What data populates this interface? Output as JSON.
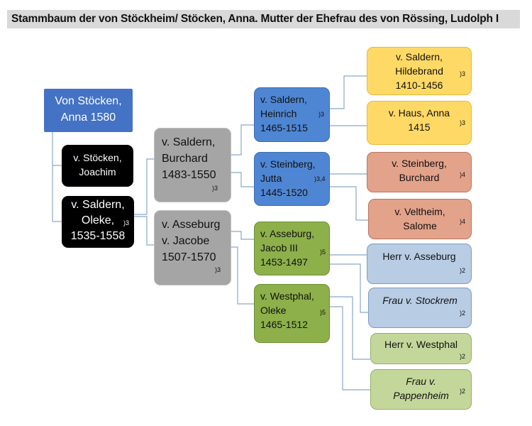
{
  "title": "Stammbaum der von Stöckheim/ Stöcken, Anna.  Mutter der Ehefrau des von Rössing, Ludolph I",
  "colors": {
    "root": "#4472c4",
    "connector": "#8aa6c8"
  },
  "nodes": {
    "root": {
      "lines": [
        "Von Stöcken,",
        "Anna 1580"
      ]
    },
    "joachim": {
      "lines": [
        "v. Stöcken,",
        "Joachim"
      ]
    },
    "oleke": {
      "lines": [
        "v. Saldern,",
        "Oleke,",
        "1535-1558"
      ],
      "note": ")3"
    },
    "burchard": {
      "lines": [
        "v. Saldern,",
        "Burchard",
        "1483-1550"
      ],
      "note": ")3"
    },
    "jacobe": {
      "lines": [
        "v. Asseburg",
        "v. Jacobe",
        "1507-1570"
      ],
      "note": ")3"
    },
    "heinrich": {
      "lines": [
        "v. Saldern,",
        "Heinrich",
        "1465-1515"
      ],
      "note": ")3"
    },
    "jutta": {
      "lines": [
        "v. Steinberg,",
        "Jutta",
        "1445-1520"
      ],
      "note": ")3,4"
    },
    "jacob3": {
      "lines": [
        "v. Asseburg,",
        "Jacob III",
        "1453-1497"
      ],
      "note": ")5"
    },
    "westphal": {
      "lines": [
        "v. Westphal,",
        "Oleke",
        "1465-1512"
      ],
      "note": ")5"
    },
    "hildebrand": {
      "lines": [
        "v. Saldern,",
        "Hildebrand",
        "1410-1456"
      ],
      "note": ")3"
    },
    "haus": {
      "lines": [
        "v. Haus, Anna",
        "1415"
      ],
      "note": ")3"
    },
    "steinbergb": {
      "lines": [
        "v. Steinberg,",
        "Burchard"
      ],
      "note": ")4"
    },
    "veltheim": {
      "lines": [
        "v. Veltheim,",
        "Salome"
      ],
      "note": ")4"
    },
    "herrasseburg": {
      "lines": [
        "Herr v. Asseburg"
      ],
      "note": ")2"
    },
    "stockrem": {
      "lines": [
        "Frau v. Stockrem"
      ],
      "note": ")2"
    },
    "herrwestphal": {
      "lines": [
        "Herr v. Westphal"
      ],
      "note": ")2"
    },
    "pappenheim": {
      "lines": [
        "Frau v.",
        "Pappenheim"
      ],
      "note": ")2"
    }
  }
}
